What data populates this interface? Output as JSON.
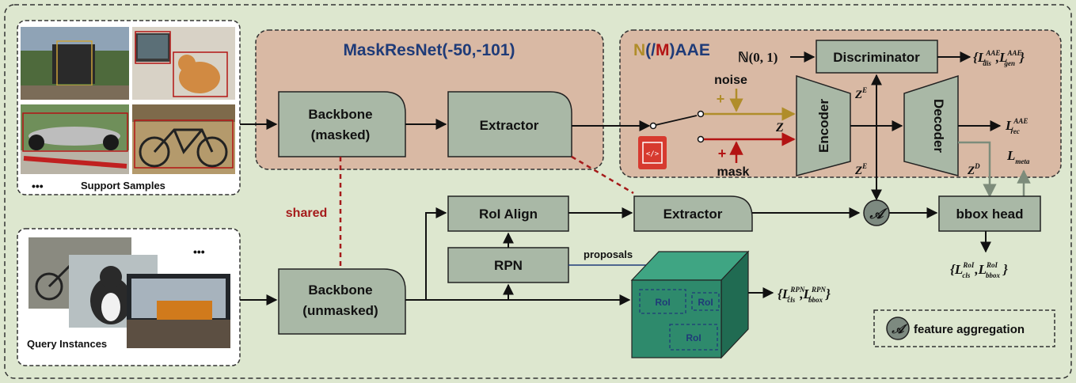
{
  "support": {
    "label": "Support Samples",
    "ellipsis": "•••"
  },
  "query": {
    "label": "Query Instances",
    "ellipsis": "•••"
  },
  "maskresnet": {
    "title": "MaskResNet(-50,-101)",
    "backbone_masked": [
      "Backbone",
      "(masked)"
    ],
    "extractor": "Extractor"
  },
  "aae": {
    "title_n": "N",
    "title_open": "(/",
    "title_m": "M",
    "title_close": ")AAE",
    "normal": "ℕ(0, 1)",
    "discriminator": "Discriminator",
    "noise": "noise",
    "mask": "mask",
    "encoder": "Encoder",
    "decoder": "Decoder",
    "z": "Z",
    "ze": "Z",
    "ze_sup": "E",
    "zd": "Z",
    "zd_sup": "D",
    "plus": "+",
    "loss_dis_gen": {
      "open": "{",
      "l": "L",
      "dis_sup": "AAE",
      "dis_sub": "dis",
      "gen_sup": "AAE",
      "gen_sub": "gen",
      "sep": ",",
      "close": "}"
    },
    "loss_rec": {
      "l": "L",
      "sup": "AAE",
      "sub": "rec"
    },
    "loss_meta": {
      "l": "L",
      "sub": "meta"
    }
  },
  "shared": "shared",
  "backbone_unmasked": [
    "Backbone",
    "(unmasked)"
  ],
  "roi_align": "RoI Align",
  "rpn": "RPN",
  "extractor2": "Extractor",
  "proposals": "proposals",
  "roi_labels": [
    "RoI",
    "RoI",
    "RoI"
  ],
  "aggregation_symbol": "𝒜",
  "bbox_head": "bbox head",
  "loss_rpn": {
    "open": "{",
    "l": "L",
    "cls_sup": "RPN",
    "cls_sub": "cls",
    "bbox_sup": "RPN",
    "bbox_sub": "bbox",
    "sep": ",",
    "close": "}"
  },
  "loss_roi": {
    "open": "{",
    "l": "L",
    "cls_sup": "RoI",
    "cls_sub": "cls",
    "bbox_sup": "RoI",
    "bbox_sub": "bbox",
    "sep": ",",
    "close": "}"
  },
  "legend": {
    "symbol": "𝒜",
    "label": "feature aggregation"
  },
  "colors": {
    "background": "#dde7cf",
    "panel": "#d9b9a4",
    "box": "#a9b8a6",
    "noise_arrow": "#b08d2a",
    "mask_arrow": "#b31414",
    "shared_line": "#a51b1b",
    "feature_map": "#2e8a6c",
    "title_blue": "#1f3b78"
  }
}
